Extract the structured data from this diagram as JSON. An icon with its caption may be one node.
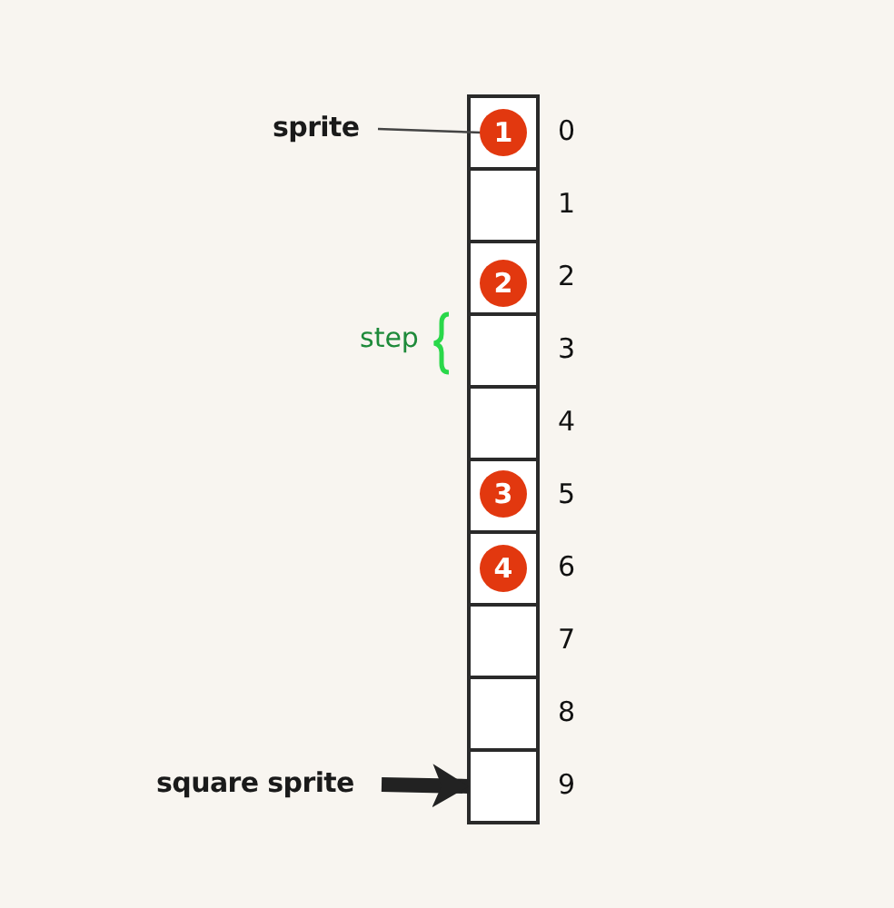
{
  "diagram": {
    "nodes": [
      {
        "text": [],
        "shape": "box",
        "beside": [
          "0"
        ]
      },
      {
        "text": [],
        "shape": "box",
        "beside": [
          "1"
        ]
      },
      {
        "text": [],
        "shape": "box",
        "beside": [
          "2"
        ]
      },
      {
        "text": [],
        "shape": "box",
        "beside": [
          "3"
        ]
      },
      {
        "text": [],
        "shape": "box",
        "beside": [
          "4"
        ]
      },
      {
        "text": [],
        "shape": "box",
        "beside": [
          "5"
        ]
      },
      {
        "text": [],
        "shape": "box",
        "beside": [
          "6"
        ]
      },
      {
        "text": [],
        "shape": "box",
        "beside": [
          "7"
        ]
      },
      {
        "text": [],
        "shape": "box",
        "beside": [
          "8"
        ]
      },
      {
        "text": [],
        "shape": "box",
        "beside": [
          "9"
        ]
      },
      {
        "text": [
          "1"
        ],
        "in": 0
      },
      {
        "text": [
          "2"
        ],
        "in": 2
      },
      {
        "text": [
          "3"
        ],
        "in": 5
      },
      {
        "text": [
          "4"
        ],
        "in": 6
      },
      {
        "text": [
          "sprite"
        ]
      },
      {
        "text": [
          "square sprite"
        ]
      }
    ],
    "edges": [
      {
        "from": 14,
        "to": 10,
        "arrow": "none"
      },
      {
        "from": 15,
        "to": 9,
        "arrow": "to",
        "style": "thick"
      }
    ],
    "labels": [
      "step"
    ]
  }
}
